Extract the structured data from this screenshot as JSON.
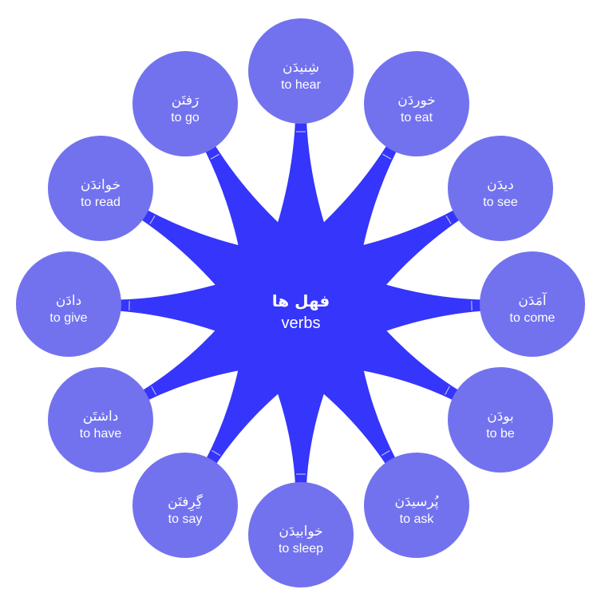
{
  "center": {
    "fa": "فهل ها",
    "en": "verbs"
  },
  "nodes": [
    {
      "fa": "شِنیدَن",
      "en": "to hear"
    },
    {
      "fa": "خوردَن",
      "en": "to eat"
    },
    {
      "fa": "دیدَن",
      "en": "to see"
    },
    {
      "fa": "آمَدَن",
      "en": "to come"
    },
    {
      "fa": "بودَن",
      "en": "to be"
    },
    {
      "fa": "پُرسیدَن",
      "en": "to ask"
    },
    {
      "fa": "خوابیدَن",
      "en": "to sleep"
    },
    {
      "fa": "گِرِفتَن",
      "en": "to say"
    },
    {
      "fa": "داشتَن",
      "en": "to have"
    },
    {
      "fa": "دادَن",
      "en": "to give"
    },
    {
      "fa": "خواندَن",
      "en": "to read"
    },
    {
      "fa": "رَفتَن",
      "en": "to go"
    }
  ],
  "colors": {
    "center": "#3535fc",
    "node": "#7272ef",
    "background": "#ffffff",
    "text": "#ffffff"
  }
}
